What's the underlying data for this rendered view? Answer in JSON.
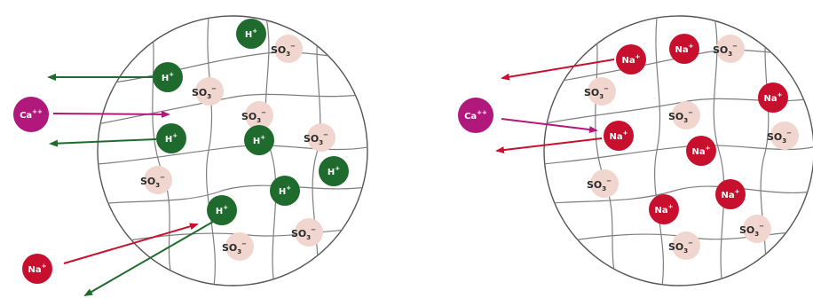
{
  "ions": {
    "hydrogen": {
      "base": "H",
      "charge": "+"
    },
    "sodium": {
      "base": "Na",
      "charge": "+"
    },
    "calcium": {
      "base": "Ca",
      "charge": "++"
    },
    "sulfonate": {
      "base": "SO",
      "sub": "3",
      "charge": "−"
    }
  },
  "colors": {
    "hydrogen": "#1e6b2d",
    "sodium": "#c8102e",
    "calcium": "#b0187c",
    "sulfonate": "#f1d6cf"
  },
  "panels": [
    {
      "id": "left-bead",
      "mobile_ion": "H+",
      "incoming": [
        "Ca++",
        "Na+"
      ],
      "outgoing": [
        "H+",
        "H+",
        "H+"
      ]
    },
    {
      "id": "right-bead",
      "mobile_ion": "Na+",
      "incoming": [
        "Ca++"
      ],
      "outgoing": [
        "Na+",
        "Na+"
      ]
    }
  ]
}
